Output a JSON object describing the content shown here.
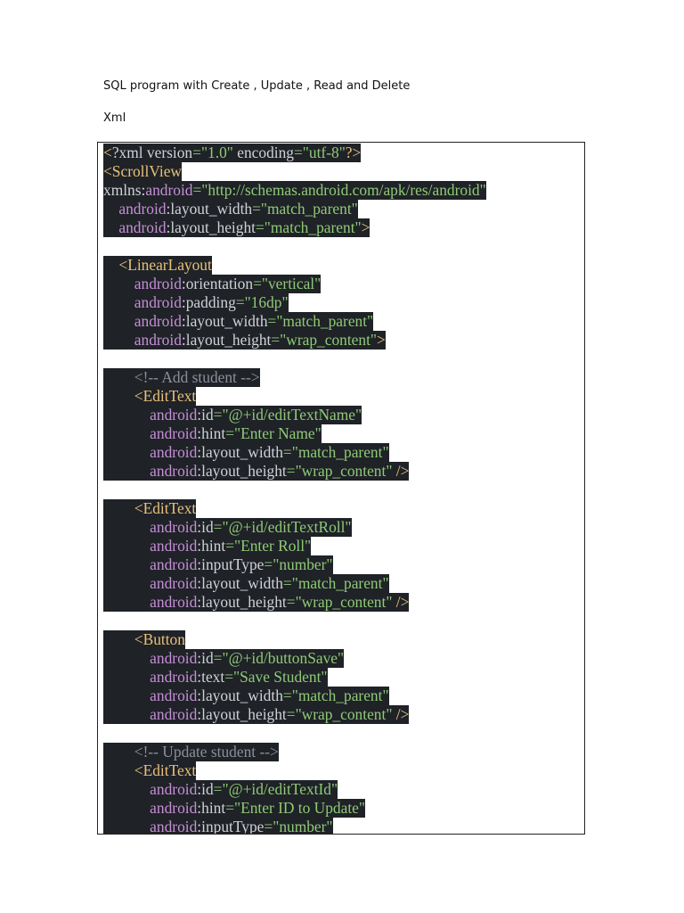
{
  "document": {
    "title": "SQL program with Create , Update , Read and Delete",
    "subtitle": "Xml"
  },
  "syntax_colors": {
    "background": "#1f2227",
    "tag": "#e8c17a",
    "attribute": "#c58fd6",
    "value": "#8fca76",
    "comment": "#8b9099",
    "text": "#cfd3d8"
  },
  "code_lines": [
    [
      {
        "t": "tag",
        "s": "<"
      },
      {
        "t": "plain",
        "s": "?xml version"
      },
      {
        "t": "val",
        "s": "=\"1.0\""
      },
      {
        "t": "plain",
        "s": " encoding"
      },
      {
        "t": "val",
        "s": "=\"utf-8\""
      },
      {
        "t": "tag",
        "s": "?>"
      }
    ],
    [
      {
        "t": "tag",
        "s": "<ScrollView"
      }
    ],
    [
      {
        "t": "plain",
        "s": "xmlns:"
      },
      {
        "t": "attr",
        "s": "android"
      },
      {
        "t": "val",
        "s": "=\"http://schemas.android.com/apk/res/android\""
      }
    ],
    [
      {
        "t": "plain",
        "s": "    "
      },
      {
        "t": "attr",
        "s": "android"
      },
      {
        "t": "plain",
        "s": ":layout_width"
      },
      {
        "t": "val",
        "s": "=\"match_parent\""
      }
    ],
    [
      {
        "t": "plain",
        "s": "    "
      },
      {
        "t": "attr",
        "s": "android"
      },
      {
        "t": "plain",
        "s": ":layout_height"
      },
      {
        "t": "val",
        "s": "=\"match_parent\""
      },
      {
        "t": "tag",
        "s": ">"
      }
    ],
    [],
    [
      {
        "t": "plain",
        "s": "    "
      },
      {
        "t": "tag",
        "s": "<LinearLayout"
      }
    ],
    [
      {
        "t": "plain",
        "s": "        "
      },
      {
        "t": "attr",
        "s": "android"
      },
      {
        "t": "plain",
        "s": ":orientation"
      },
      {
        "t": "val",
        "s": "=\"vertical\""
      }
    ],
    [
      {
        "t": "plain",
        "s": "        "
      },
      {
        "t": "attr",
        "s": "android"
      },
      {
        "t": "plain",
        "s": ":padding"
      },
      {
        "t": "val",
        "s": "=\"16dp\""
      }
    ],
    [
      {
        "t": "plain",
        "s": "        "
      },
      {
        "t": "attr",
        "s": "android"
      },
      {
        "t": "plain",
        "s": ":layout_width"
      },
      {
        "t": "val",
        "s": "=\"match_parent\""
      }
    ],
    [
      {
        "t": "plain",
        "s": "        "
      },
      {
        "t": "attr",
        "s": "android"
      },
      {
        "t": "plain",
        "s": ":layout_height"
      },
      {
        "t": "val",
        "s": "=\"wrap_content\""
      },
      {
        "t": "tag",
        "s": ">"
      }
    ],
    [],
    [
      {
        "t": "plain",
        "s": "        "
      },
      {
        "t": "cmt",
        "s": "<!-- Add student -->"
      }
    ],
    [
      {
        "t": "plain",
        "s": "        "
      },
      {
        "t": "tag",
        "s": "<EditText"
      }
    ],
    [
      {
        "t": "plain",
        "s": "            "
      },
      {
        "t": "attr",
        "s": "android"
      },
      {
        "t": "plain",
        "s": ":id"
      },
      {
        "t": "val",
        "s": "=\"@+id/editTextName\""
      }
    ],
    [
      {
        "t": "plain",
        "s": "            "
      },
      {
        "t": "attr",
        "s": "android"
      },
      {
        "t": "plain",
        "s": ":hint"
      },
      {
        "t": "val",
        "s": "=\"Enter Name\""
      }
    ],
    [
      {
        "t": "plain",
        "s": "            "
      },
      {
        "t": "attr",
        "s": "android"
      },
      {
        "t": "plain",
        "s": ":layout_width"
      },
      {
        "t": "val",
        "s": "=\"match_parent\""
      }
    ],
    [
      {
        "t": "plain",
        "s": "            "
      },
      {
        "t": "attr",
        "s": "android"
      },
      {
        "t": "plain",
        "s": ":layout_height"
      },
      {
        "t": "val",
        "s": "=\"wrap_content\""
      },
      {
        "t": "tag",
        "s": " />"
      }
    ],
    [],
    [
      {
        "t": "plain",
        "s": "        "
      },
      {
        "t": "tag",
        "s": "<EditText"
      }
    ],
    [
      {
        "t": "plain",
        "s": "            "
      },
      {
        "t": "attr",
        "s": "android"
      },
      {
        "t": "plain",
        "s": ":id"
      },
      {
        "t": "val",
        "s": "=\"@+id/editTextRoll\""
      }
    ],
    [
      {
        "t": "plain",
        "s": "            "
      },
      {
        "t": "attr",
        "s": "android"
      },
      {
        "t": "plain",
        "s": ":hint"
      },
      {
        "t": "val",
        "s": "=\"Enter Roll\""
      }
    ],
    [
      {
        "t": "plain",
        "s": "            "
      },
      {
        "t": "attr",
        "s": "android"
      },
      {
        "t": "plain",
        "s": ":inputType"
      },
      {
        "t": "val",
        "s": "=\"number\""
      }
    ],
    [
      {
        "t": "plain",
        "s": "            "
      },
      {
        "t": "attr",
        "s": "android"
      },
      {
        "t": "plain",
        "s": ":layout_width"
      },
      {
        "t": "val",
        "s": "=\"match_parent\""
      }
    ],
    [
      {
        "t": "plain",
        "s": "            "
      },
      {
        "t": "attr",
        "s": "android"
      },
      {
        "t": "plain",
        "s": ":layout_height"
      },
      {
        "t": "val",
        "s": "=\"wrap_content\""
      },
      {
        "t": "tag",
        "s": " />"
      }
    ],
    [],
    [
      {
        "t": "plain",
        "s": "        "
      },
      {
        "t": "tag",
        "s": "<Button"
      }
    ],
    [
      {
        "t": "plain",
        "s": "            "
      },
      {
        "t": "attr",
        "s": "android"
      },
      {
        "t": "plain",
        "s": ":id"
      },
      {
        "t": "val",
        "s": "=\"@+id/buttonSave\""
      }
    ],
    [
      {
        "t": "plain",
        "s": "            "
      },
      {
        "t": "attr",
        "s": "android"
      },
      {
        "t": "plain",
        "s": ":text"
      },
      {
        "t": "val",
        "s": "=\"Save Student\""
      }
    ],
    [
      {
        "t": "plain",
        "s": "            "
      },
      {
        "t": "attr",
        "s": "android"
      },
      {
        "t": "plain",
        "s": ":layout_width"
      },
      {
        "t": "val",
        "s": "=\"match_parent\""
      }
    ],
    [
      {
        "t": "plain",
        "s": "            "
      },
      {
        "t": "attr",
        "s": "android"
      },
      {
        "t": "plain",
        "s": ":layout_height"
      },
      {
        "t": "val",
        "s": "=\"wrap_content\""
      },
      {
        "t": "tag",
        "s": " />"
      }
    ],
    [],
    [
      {
        "t": "plain",
        "s": "        "
      },
      {
        "t": "cmt",
        "s": "<!-- Update student -->"
      }
    ],
    [
      {
        "t": "plain",
        "s": "        "
      },
      {
        "t": "tag",
        "s": "<EditText"
      }
    ],
    [
      {
        "t": "plain",
        "s": "            "
      },
      {
        "t": "attr",
        "s": "android"
      },
      {
        "t": "plain",
        "s": ":id"
      },
      {
        "t": "val",
        "s": "=\"@+id/editTextId\""
      }
    ],
    [
      {
        "t": "plain",
        "s": "            "
      },
      {
        "t": "attr",
        "s": "android"
      },
      {
        "t": "plain",
        "s": ":hint"
      },
      {
        "t": "val",
        "s": "=\"Enter ID to Update\""
      }
    ],
    [
      {
        "t": "plain",
        "s": "            "
      },
      {
        "t": "attr",
        "s": "android"
      },
      {
        "t": "plain",
        "s": ":inputType"
      },
      {
        "t": "val",
        "s": "=\"number\""
      }
    ]
  ]
}
